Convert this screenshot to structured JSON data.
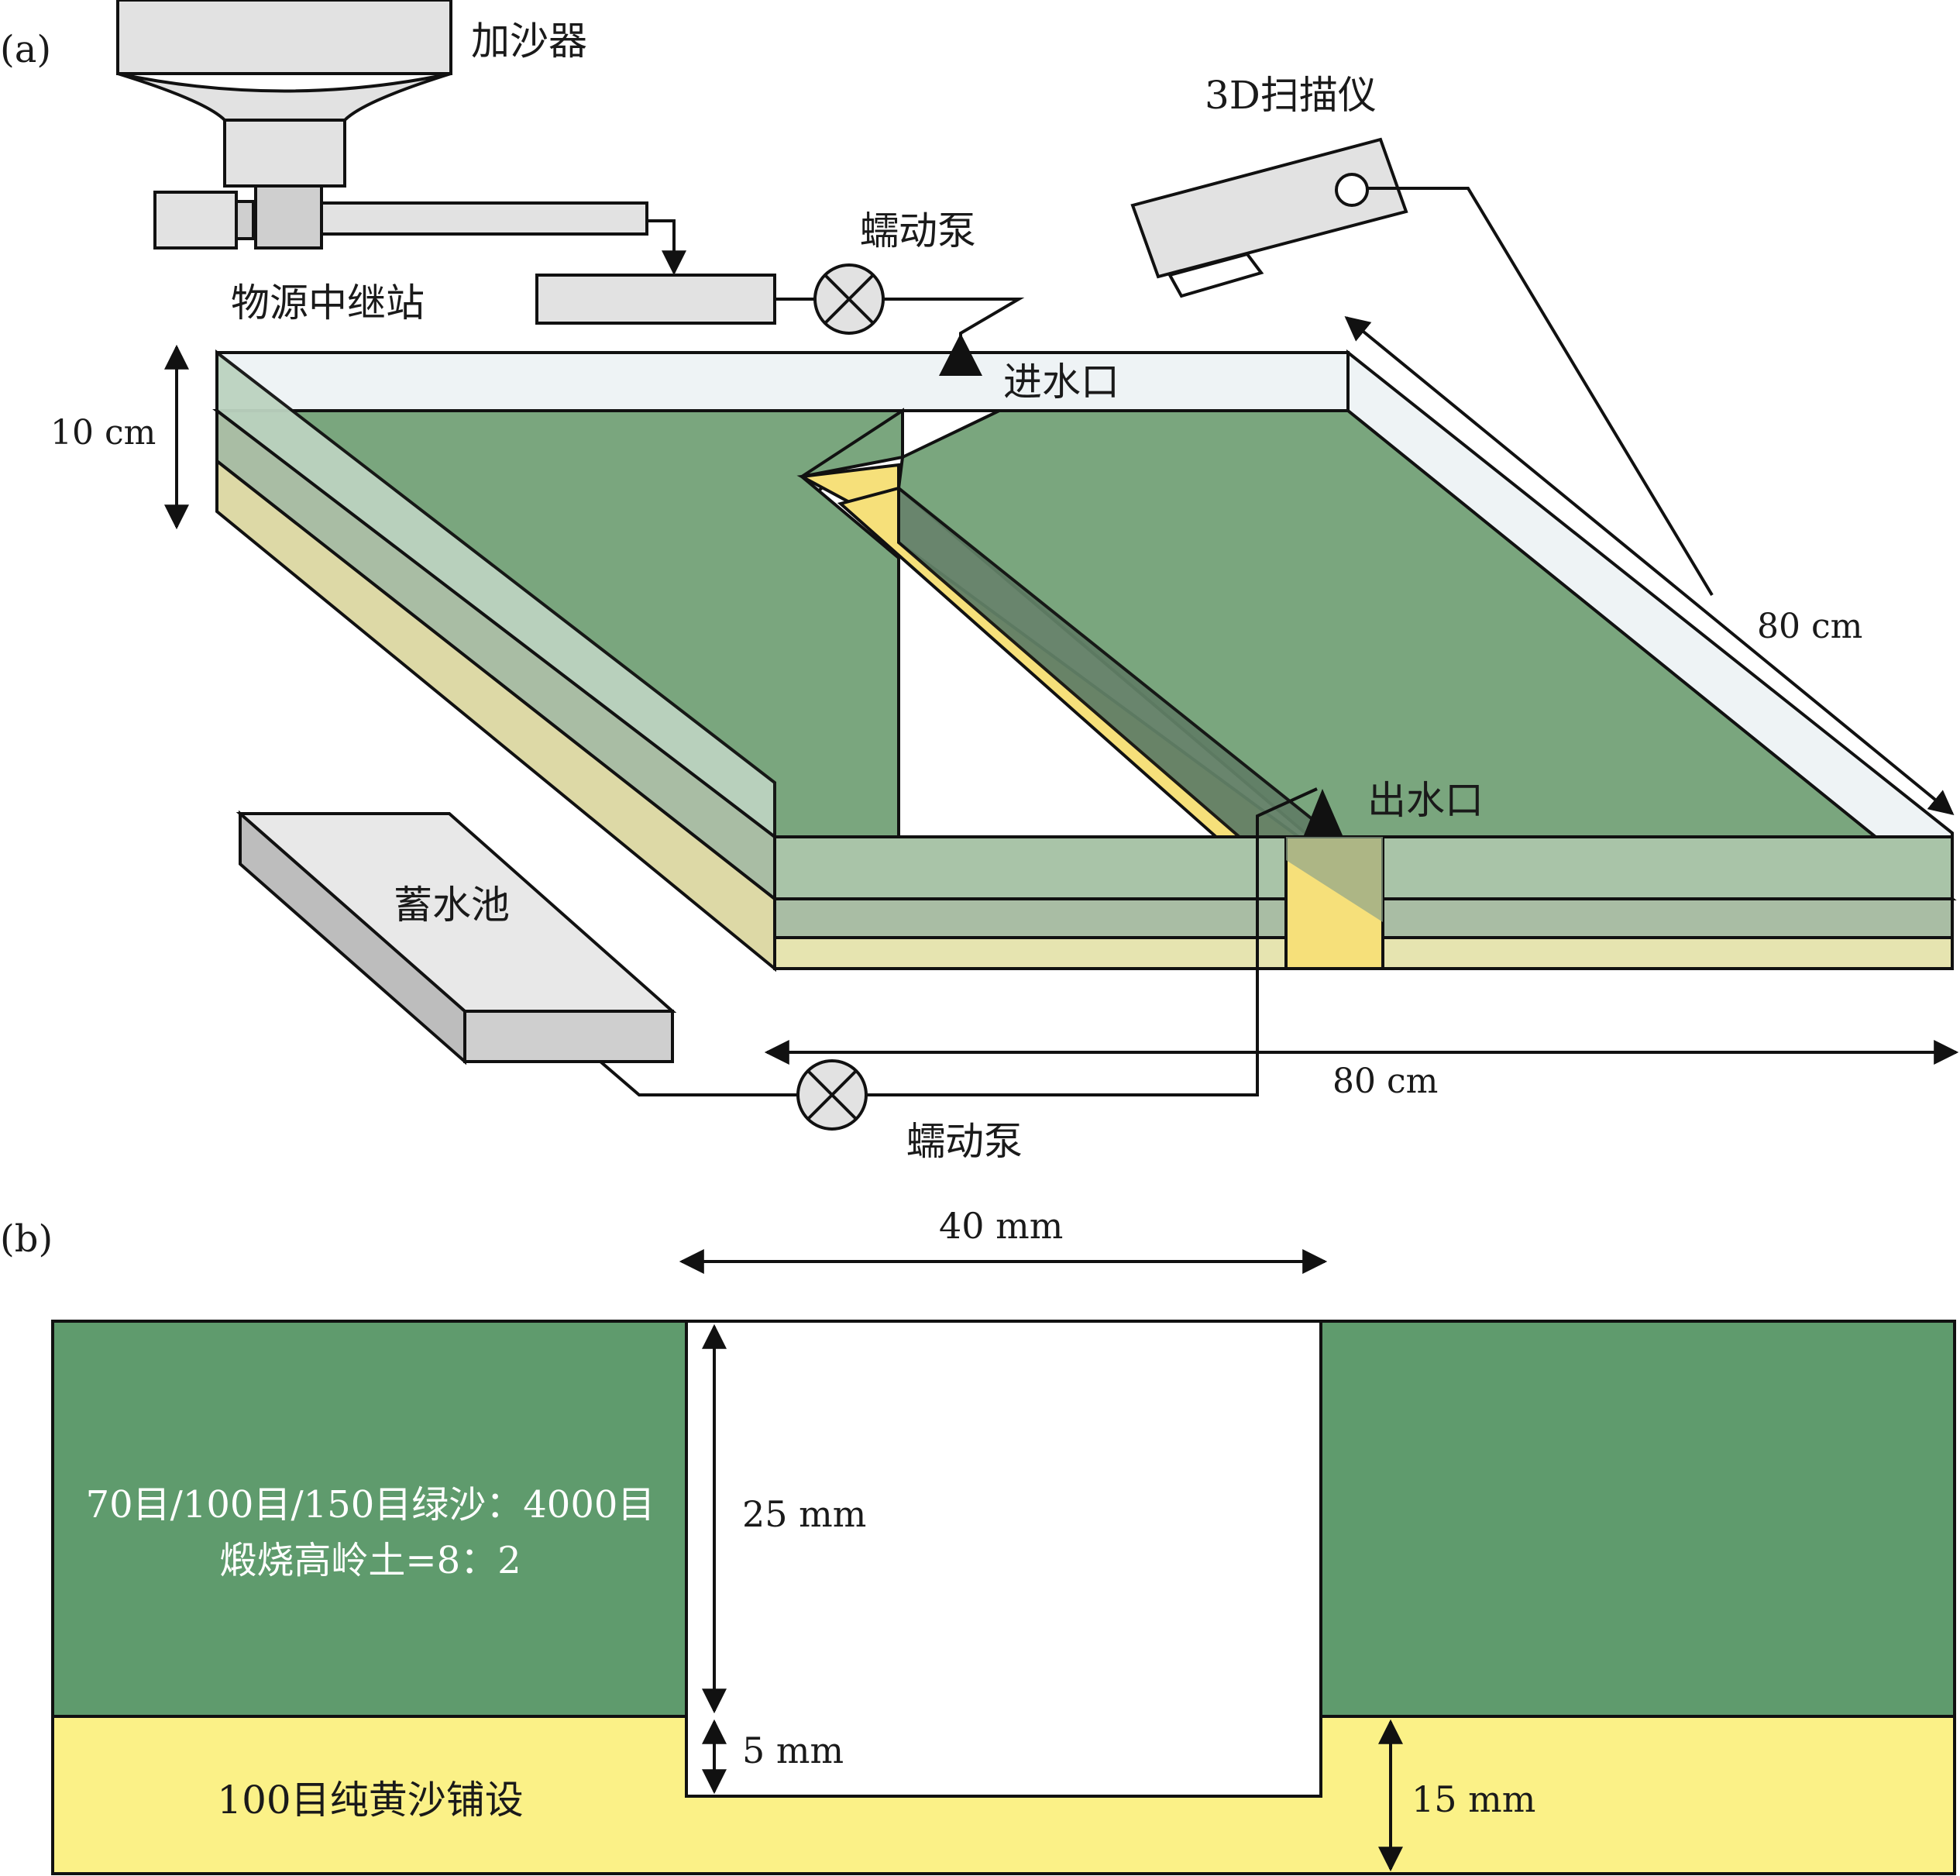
{
  "panel_a": {
    "tag": "(a)",
    "sand_adder": "加沙器",
    "relay_station": "物源中继站",
    "pump_top": "蠕动泵",
    "scanner": "3D扫描仪",
    "inlet": "进水口",
    "outlet": "出水口",
    "reservoir": "蓄水池",
    "pump_bottom": "蠕动泵",
    "dim_height": "10 cm",
    "dim_length": "80 cm",
    "dim_width": "80 cm"
  },
  "panel_b": {
    "tag": "(b)",
    "dim_top": "40 mm",
    "dim_25": "25 mm",
    "dim_5": "5 mm",
    "dim_15": "15 mm",
    "green_line1": "70目/100目/150目绿沙：4000目",
    "green_line2": "煅烧高岭土=8：2",
    "yellow_label": "100目纯黄沙铺设"
  },
  "colors": {
    "green_top": "#7aa67e",
    "green_front": "#a9c4a8",
    "sand_front": "#e6e4b0",
    "glass": "#eef3f5",
    "yellow_b": "#fbf187",
    "green_b": "#5f9b6d",
    "device_gray": "#e2e2e2"
  }
}
